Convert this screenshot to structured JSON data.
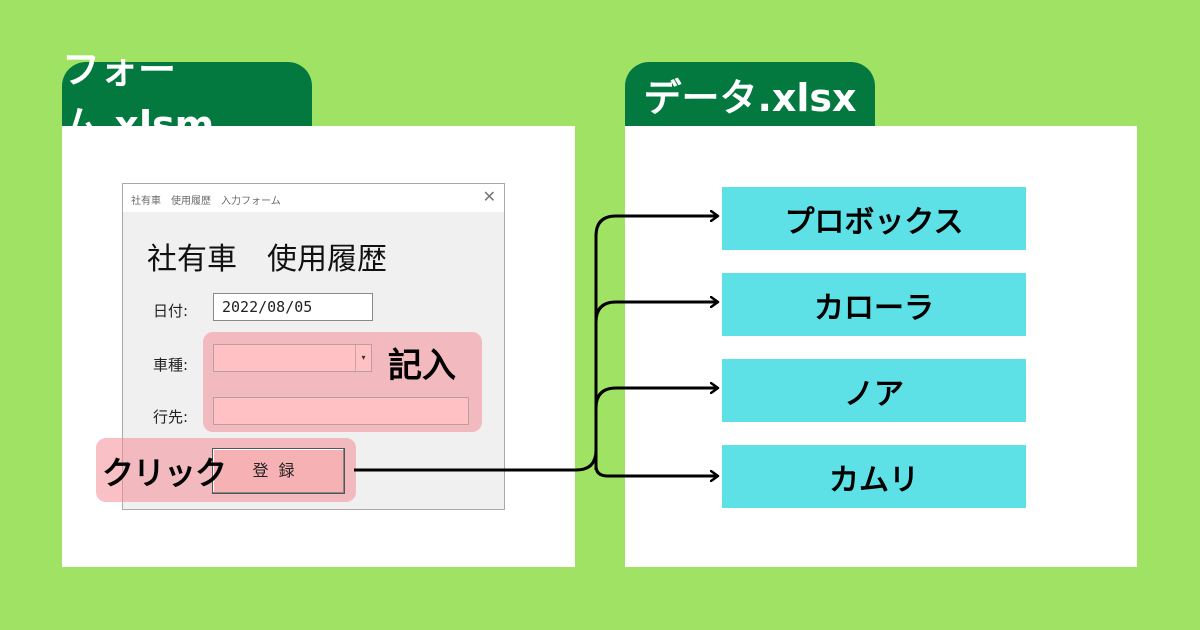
{
  "left": {
    "tab_label": "フォーム.xlsm"
  },
  "right": {
    "tab_label": "データ.xlsx"
  },
  "form": {
    "window_title": "社有車　使用履歴　入力フォーム",
    "close_glyph": "✕",
    "heading": "社有車　使用履歴",
    "date_label": "日付:",
    "date_value": "2022/08/05",
    "car_label": "車種:",
    "dest_label": "行先:",
    "register_label": "登録",
    "combo_arrow": "▾"
  },
  "annotations": {
    "input": "記入",
    "click": "クリック"
  },
  "records": [
    "プロボックス",
    "カローラ",
    "ノア",
    "カムリ"
  ],
  "colors": {
    "background": "#9fe264",
    "tab": "#03793f",
    "record_box": "#5ee1e6",
    "highlight": "#f48c96"
  }
}
